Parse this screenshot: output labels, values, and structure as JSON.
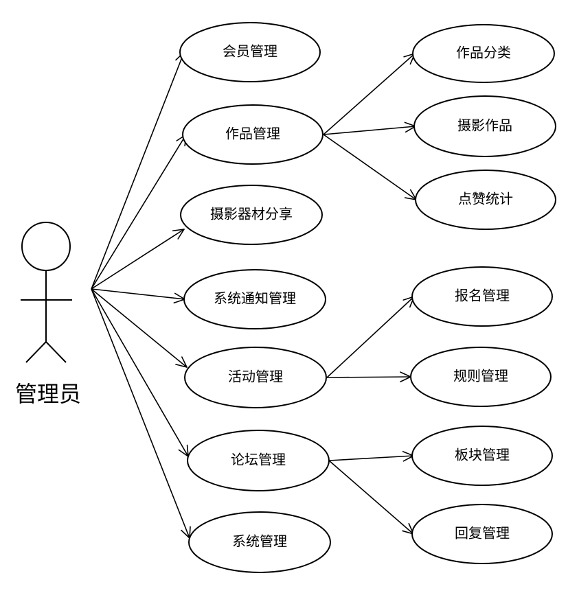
{
  "actor": {
    "label": "管理员"
  },
  "use_cases": [
    {
      "id": "member",
      "label": "会员管理"
    },
    {
      "id": "works",
      "label": "作品管理"
    },
    {
      "id": "equipment",
      "label": "摄影器材分享"
    },
    {
      "id": "notice",
      "label": "系统通知管理"
    },
    {
      "id": "activity",
      "label": "活动管理"
    },
    {
      "id": "forum",
      "label": "论坛管理"
    },
    {
      "id": "system",
      "label": "系统管理"
    },
    {
      "id": "category",
      "label": "作品分类"
    },
    {
      "id": "photo",
      "label": "摄影作品"
    },
    {
      "id": "likes",
      "label": "点赞统计"
    },
    {
      "id": "signup",
      "label": "报名管理"
    },
    {
      "id": "rules",
      "label": "规则管理"
    },
    {
      "id": "board",
      "label": "板块管理"
    },
    {
      "id": "reply",
      "label": "回复管理"
    }
  ],
  "associations": [
    {
      "from": "actor",
      "to": "member"
    },
    {
      "from": "actor",
      "to": "works"
    },
    {
      "from": "actor",
      "to": "equipment"
    },
    {
      "from": "actor",
      "to": "notice"
    },
    {
      "from": "actor",
      "to": "activity"
    },
    {
      "from": "actor",
      "to": "forum"
    },
    {
      "from": "actor",
      "to": "system"
    },
    {
      "from": "works",
      "to": "category"
    },
    {
      "from": "works",
      "to": "photo"
    },
    {
      "from": "works",
      "to": "likes"
    },
    {
      "from": "activity",
      "to": "signup"
    },
    {
      "from": "activity",
      "to": "rules"
    },
    {
      "from": "forum",
      "to": "board"
    },
    {
      "from": "forum",
      "to": "reply"
    }
  ]
}
